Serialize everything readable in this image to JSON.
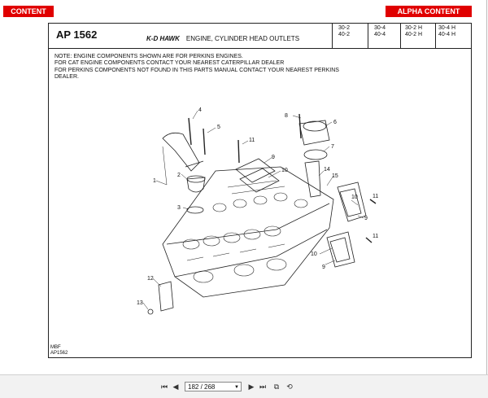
{
  "nav": {
    "content": "CONTENT",
    "alpha_content": "ALPHA CONTENT"
  },
  "header": {
    "part_no": "AP 1562",
    "model": "K-D HAWK",
    "title": "ENGINE, CYLINDER HEAD OUTLETS",
    "models": [
      {
        "line1": "30-2",
        "line2": "40-2"
      },
      {
        "line1": "30-4",
        "line2": "40-4"
      },
      {
        "line1": "30-2 H",
        "line2": "40-2 H"
      },
      {
        "line1": "30-4 H",
        "line2": "40-4 H"
      }
    ]
  },
  "notes": [
    "NOTE: ENGINE COMPONENTS SHOWN ARE FOR PERKINS ENGINES.",
    "FOR CAT ENGINE COMPONENTS CONTACT YOUR NEAREST CATERPILLAR DEALER",
    "FOR PERKINS COMPONENTS NOT FOUND IN THIS PARTS MANUAL CONTACT YOUR NEAREST PERKINS",
    "DEALER."
  ],
  "footer": {
    "line1": "MBF",
    "line2": "AP1562"
  },
  "callouts": [
    "1",
    "2",
    "3",
    "4",
    "5",
    "6",
    "7",
    "8",
    "9",
    "10",
    "11",
    "12",
    "13",
    "14",
    "15"
  ],
  "toolbar": {
    "current_page": "182 / 268",
    "first_icon": "first-page-icon",
    "prev_icon": "previous-page-icon",
    "next_icon": "next-page-icon",
    "last_icon": "last-page-icon",
    "fit_icon": "fit-page-icon",
    "rotate_icon": "rotate-icon"
  },
  "colors": {
    "accent_red": "#e00000"
  }
}
